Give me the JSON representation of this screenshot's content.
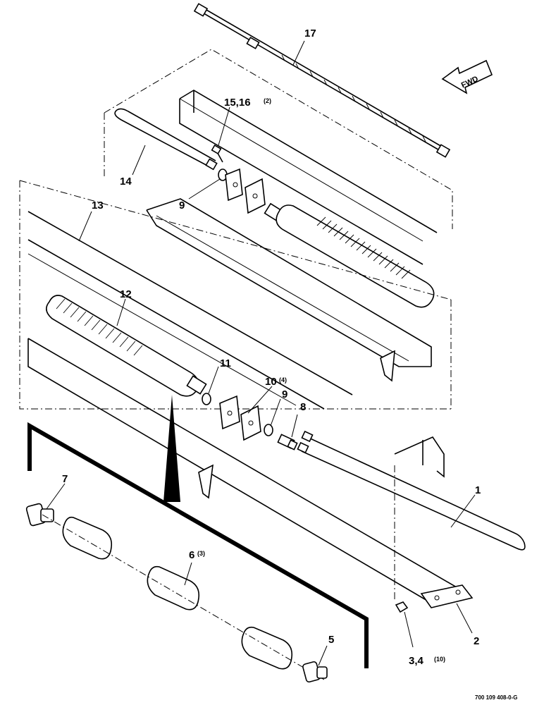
{
  "callouts": {
    "c1": "1",
    "c2": "2",
    "c34": "3,4",
    "c34_qty": "(10)",
    "c5": "5",
    "c6": "6",
    "c6_qty": "(3)",
    "c7": "7",
    "c8": "8",
    "c9a": "9",
    "c9b": "9",
    "c10": "10",
    "c10_qty": "(4)",
    "c11": "11",
    "c12": "12",
    "c13": "13",
    "c14": "14",
    "c1516": "15,16",
    "c1516_qty": "(2)",
    "c17": "17"
  },
  "direction_arrow": {
    "label": "FWD",
    "icon": "forward-arrow-icon"
  },
  "drawing_number": "700 109 408-0-G"
}
